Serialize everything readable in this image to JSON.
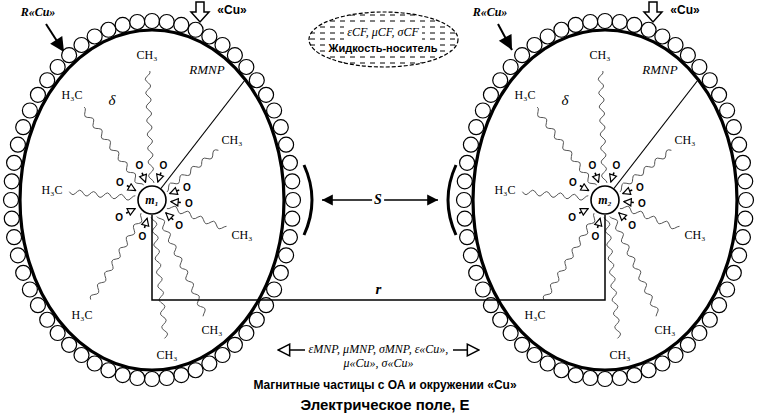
{
  "diagram": {
    "caption": "Электрическое поле, E",
    "nodes": [
      {
        "text": [
          "RMNP",
          "δ"
        ]
      },
      {
        "text": [
          "m₁"
        ],
        "in": 0
      },
      {
        "text": [
          "RMNP",
          "δ"
        ]
      },
      {
        "text": [
          "m₂"
        ],
        "in": 2
      },
      {
        "text": [
          "εCF, μCF, σCF",
          "Жидкость-носитель"
        ]
      }
    ],
    "edges": [
      {
        "from": 1,
        "to": 3,
        "arrow": "none",
        "label": "r"
      },
      {
        "from": 0,
        "to": 2,
        "arrow": "both",
        "label": "εMNP, μMNP, σMNP, ε«Cu», μ«Cu», σ«Cu»"
      }
    ],
    "labels": [
      "R«Cu»",
      "«Cu»",
      "R«Cu»",
      "«Cu»",
      "CH₃",
      "H₃C",
      "CH₃",
      "H₃C",
      "CH₃",
      "H₃C",
      "CH₃",
      "CH₃",
      "CH₃",
      "H₃C",
      "CH₃",
      "H₃C",
      "CH₃",
      "H₃C",
      "CH₃",
      "CH₃",
      "O",
      "O",
      "O",
      "O",
      "O",
      "O",
      "O",
      "O",
      "O",
      "O",
      "O",
      "O",
      "O",
      "O",
      "O",
      "O",
      "S",
      "Магнитные частицы с ОА и окружении «Cu»"
    ]
  }
}
